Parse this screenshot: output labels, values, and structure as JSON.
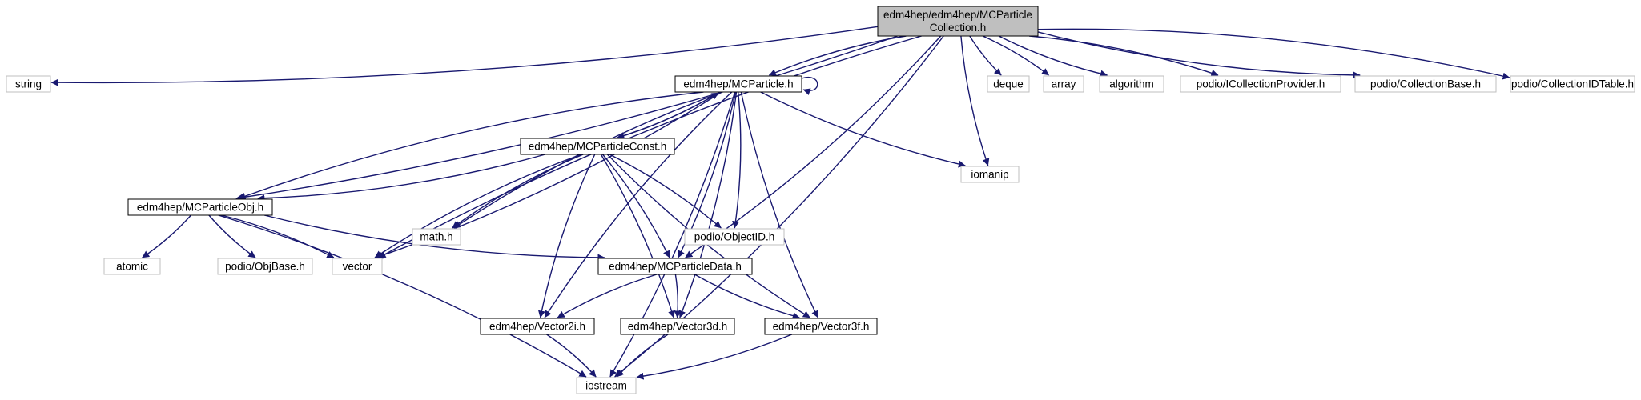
{
  "colors": {
    "edge": "#191970",
    "main_fill": "#bfbfbf",
    "local_stroke": "#000000",
    "external_stroke": "#bfbfbf",
    "text": "#000000"
  },
  "nodes": [
    {
      "id": "collection",
      "lines": [
        "edm4hep/edm4hep/MCParticle",
        "Collection.h"
      ],
      "kind": "main"
    },
    {
      "id": "string",
      "lines": [
        "string"
      ],
      "kind": "external"
    },
    {
      "id": "mcparticle",
      "lines": [
        "edm4hep/MCParticle.h"
      ],
      "kind": "local"
    },
    {
      "id": "deque",
      "lines": [
        "deque"
      ],
      "kind": "external"
    },
    {
      "id": "array",
      "lines": [
        "array"
      ],
      "kind": "external"
    },
    {
      "id": "algorithm",
      "lines": [
        "algorithm"
      ],
      "kind": "external"
    },
    {
      "id": "icollprov",
      "lines": [
        "podio/ICollectionProvider.h"
      ],
      "kind": "external"
    },
    {
      "id": "collbase",
      "lines": [
        "podio/CollectionBase.h"
      ],
      "kind": "external"
    },
    {
      "id": "collidtable",
      "lines": [
        "podio/CollectionIDTable.h"
      ],
      "kind": "external"
    },
    {
      "id": "mcconst",
      "lines": [
        "edm4hep/MCParticleConst.h"
      ],
      "kind": "local"
    },
    {
      "id": "iomanip",
      "lines": [
        "iomanip"
      ],
      "kind": "external"
    },
    {
      "id": "mcobj",
      "lines": [
        "edm4hep/MCParticleObj.h"
      ],
      "kind": "local"
    },
    {
      "id": "mathh",
      "lines": [
        "math.h"
      ],
      "kind": "external"
    },
    {
      "id": "objectid",
      "lines": [
        "podio/ObjectID.h"
      ],
      "kind": "external"
    },
    {
      "id": "atomic",
      "lines": [
        "atomic"
      ],
      "kind": "external"
    },
    {
      "id": "objbase",
      "lines": [
        "podio/ObjBase.h"
      ],
      "kind": "external"
    },
    {
      "id": "vector",
      "lines": [
        "vector"
      ],
      "kind": "external"
    },
    {
      "id": "mcdata",
      "lines": [
        "edm4hep/MCParticleData.h"
      ],
      "kind": "local"
    },
    {
      "id": "vector2i",
      "lines": [
        "edm4hep/Vector2i.h"
      ],
      "kind": "local"
    },
    {
      "id": "vector3d",
      "lines": [
        "edm4hep/Vector3d.h"
      ],
      "kind": "local"
    },
    {
      "id": "vector3f",
      "lines": [
        "edm4hep/Vector3f.h"
      ],
      "kind": "local"
    },
    {
      "id": "iostream",
      "lines": [
        "iostream"
      ],
      "kind": "external"
    }
  ],
  "edges": [
    [
      "collection",
      "string"
    ],
    [
      "collection",
      "mcparticle"
    ],
    [
      "collection",
      "mcobj"
    ],
    [
      "collection",
      "vector"
    ],
    [
      "collection",
      "iostream"
    ],
    [
      "collection",
      "iomanip"
    ],
    [
      "collection",
      "mcdata"
    ],
    [
      "collection",
      "deque"
    ],
    [
      "collection",
      "array"
    ],
    [
      "collection",
      "algorithm"
    ],
    [
      "collection",
      "icollprov"
    ],
    [
      "collection",
      "collbase"
    ],
    [
      "collection",
      "collidtable"
    ],
    [
      "mcparticle",
      "mcparticle"
    ],
    [
      "mcparticle",
      "mcconst"
    ],
    [
      "mcparticle",
      "mcobj"
    ],
    [
      "mcparticle",
      "vector"
    ],
    [
      "mcparticle",
      "mathh"
    ],
    [
      "mcparticle",
      "objectid"
    ],
    [
      "mcparticle",
      "iomanip"
    ],
    [
      "mcparticle",
      "mcdata"
    ],
    [
      "mcparticle",
      "vector2i"
    ],
    [
      "mcparticle",
      "vector3d"
    ],
    [
      "mcparticle",
      "vector3f"
    ],
    [
      "mcparticle",
      "iostream"
    ],
    [
      "mcconst",
      "mcparticle"
    ],
    [
      "mcconst",
      "mcobj"
    ],
    [
      "mcconst",
      "mathh"
    ],
    [
      "mcconst",
      "objectid"
    ],
    [
      "mcconst",
      "vector"
    ],
    [
      "mcconst",
      "mcdata"
    ],
    [
      "mcconst",
      "vector2i"
    ],
    [
      "mcconst",
      "vector3d"
    ],
    [
      "mcconst",
      "vector3f"
    ],
    [
      "mcobj",
      "atomic"
    ],
    [
      "mcobj",
      "objbase"
    ],
    [
      "mcobj",
      "vector"
    ],
    [
      "mcobj",
      "mcdata"
    ],
    [
      "mcobj",
      "iostream"
    ],
    [
      "mcdata",
      "vector2i"
    ],
    [
      "mcdata",
      "vector3d"
    ],
    [
      "mcdata",
      "vector3f"
    ],
    [
      "vector2i",
      "iostream"
    ],
    [
      "vector3d",
      "iostream"
    ],
    [
      "vector3f",
      "iostream"
    ]
  ]
}
